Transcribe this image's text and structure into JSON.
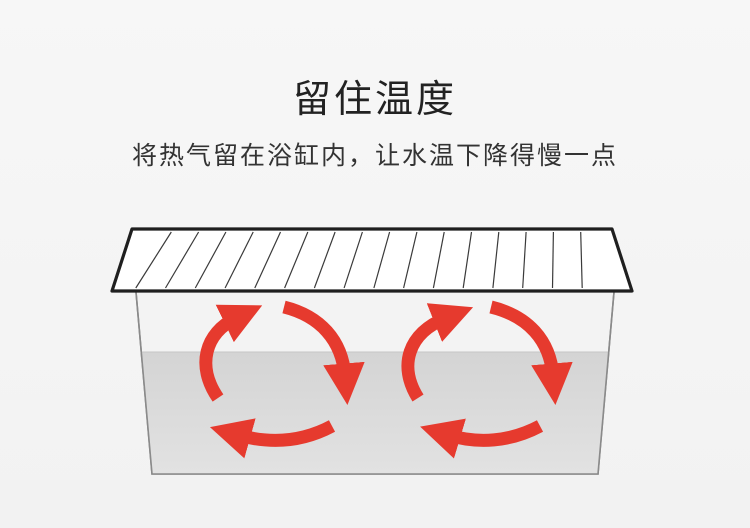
{
  "header": {
    "title": "留住温度",
    "subtitle": "将热气留在浴缸内，让水温下降得慢一点"
  },
  "illustration": {
    "cover_slat_count": 16,
    "colors": {
      "arrow": "#e63a2e",
      "arrow_highlight": "#f06a5c",
      "water": "#dcdcdc",
      "tub_outline": "#888888",
      "cover_outline": "#222222"
    },
    "icons": [
      "bathtub-icon",
      "bath-cover-icon",
      "circulation-arrow-icon"
    ]
  }
}
